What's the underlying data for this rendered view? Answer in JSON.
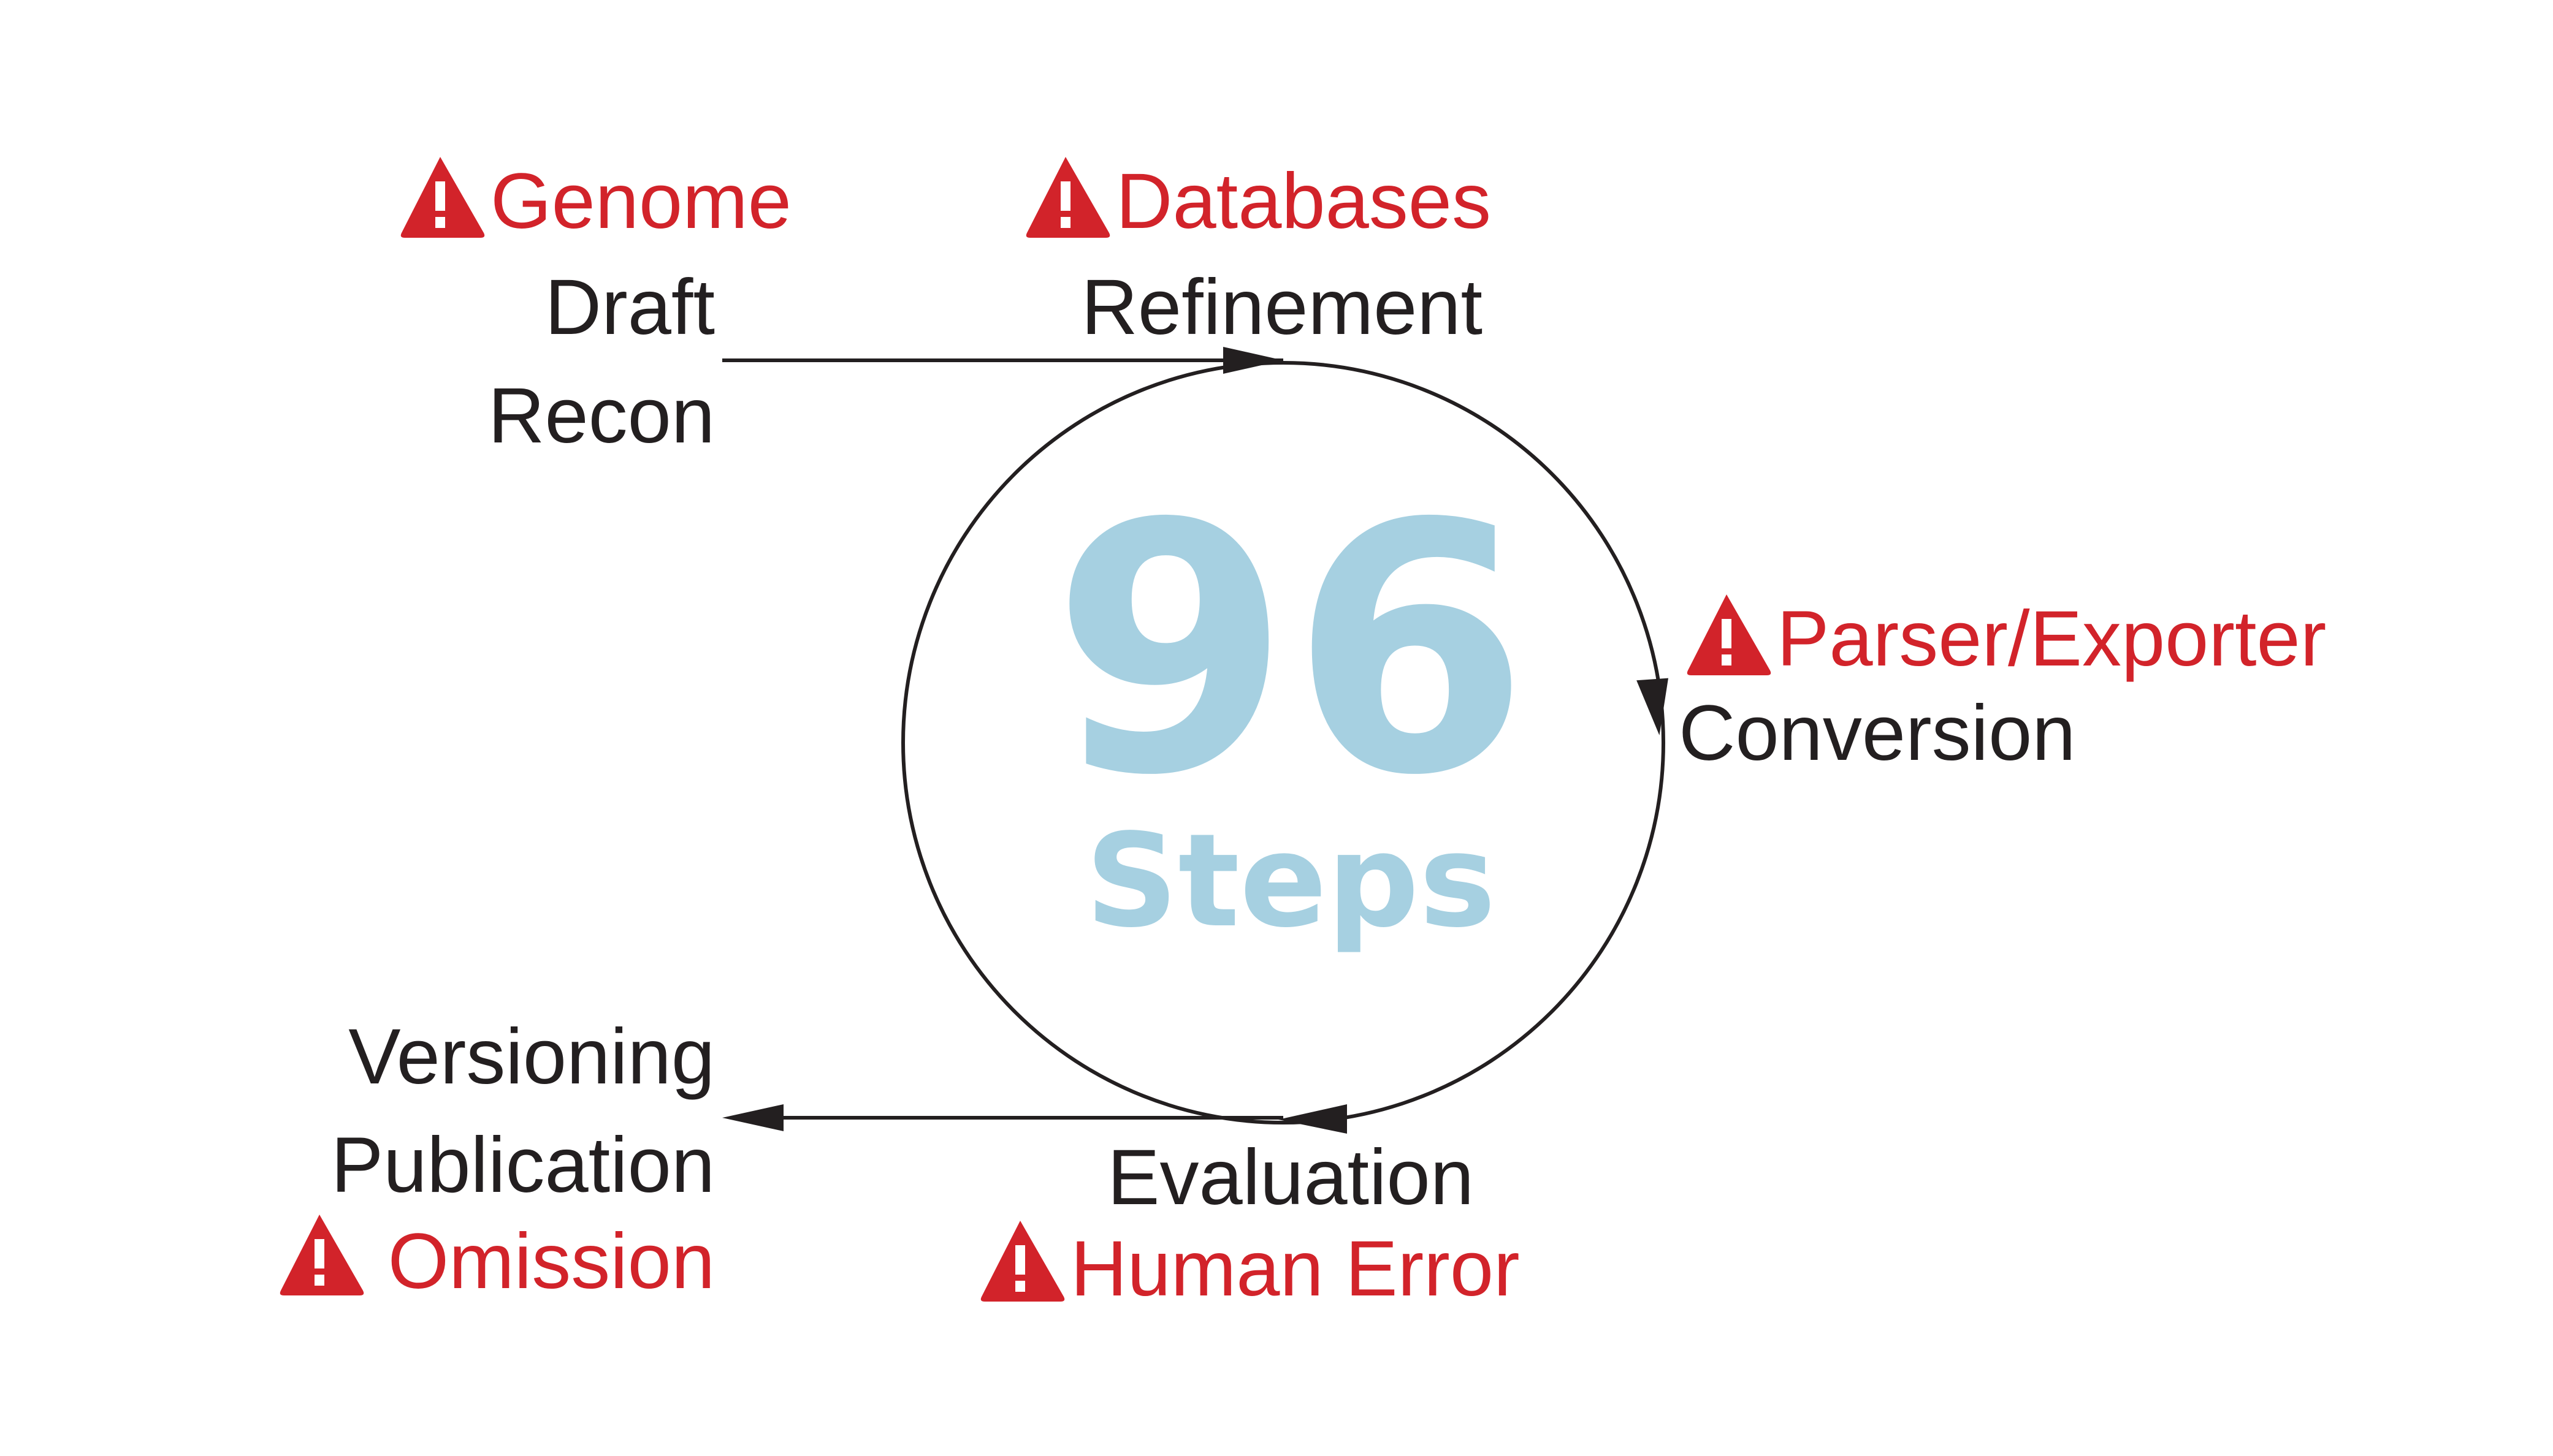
{
  "colors": {
    "stage_text": "#231f20",
    "warning": "#d2232a",
    "center": "#a6d0e1",
    "line": "#231f20",
    "background": "#ffffff"
  },
  "center": {
    "number": "96",
    "label": "Steps"
  },
  "stages": {
    "draft_recon": {
      "warning_icon": "warning-triangle-icon",
      "warning": "Genome",
      "line1": "Draft",
      "line2": "Recon"
    },
    "refinement": {
      "warning_icon": "warning-triangle-icon",
      "warning": "Databases",
      "label": "Refinement"
    },
    "conversion": {
      "warning_icon": "warning-triangle-icon",
      "warning": "Parser/Exporter",
      "label": "Conversion"
    },
    "evaluation": {
      "warning_icon": "warning-triangle-icon",
      "label": "Evaluation",
      "warning": "Human Error"
    },
    "versioning_publication": {
      "warning_icon": "warning-triangle-icon",
      "line1": "Versioning",
      "line2": "Publication",
      "warning": "Omission"
    }
  }
}
